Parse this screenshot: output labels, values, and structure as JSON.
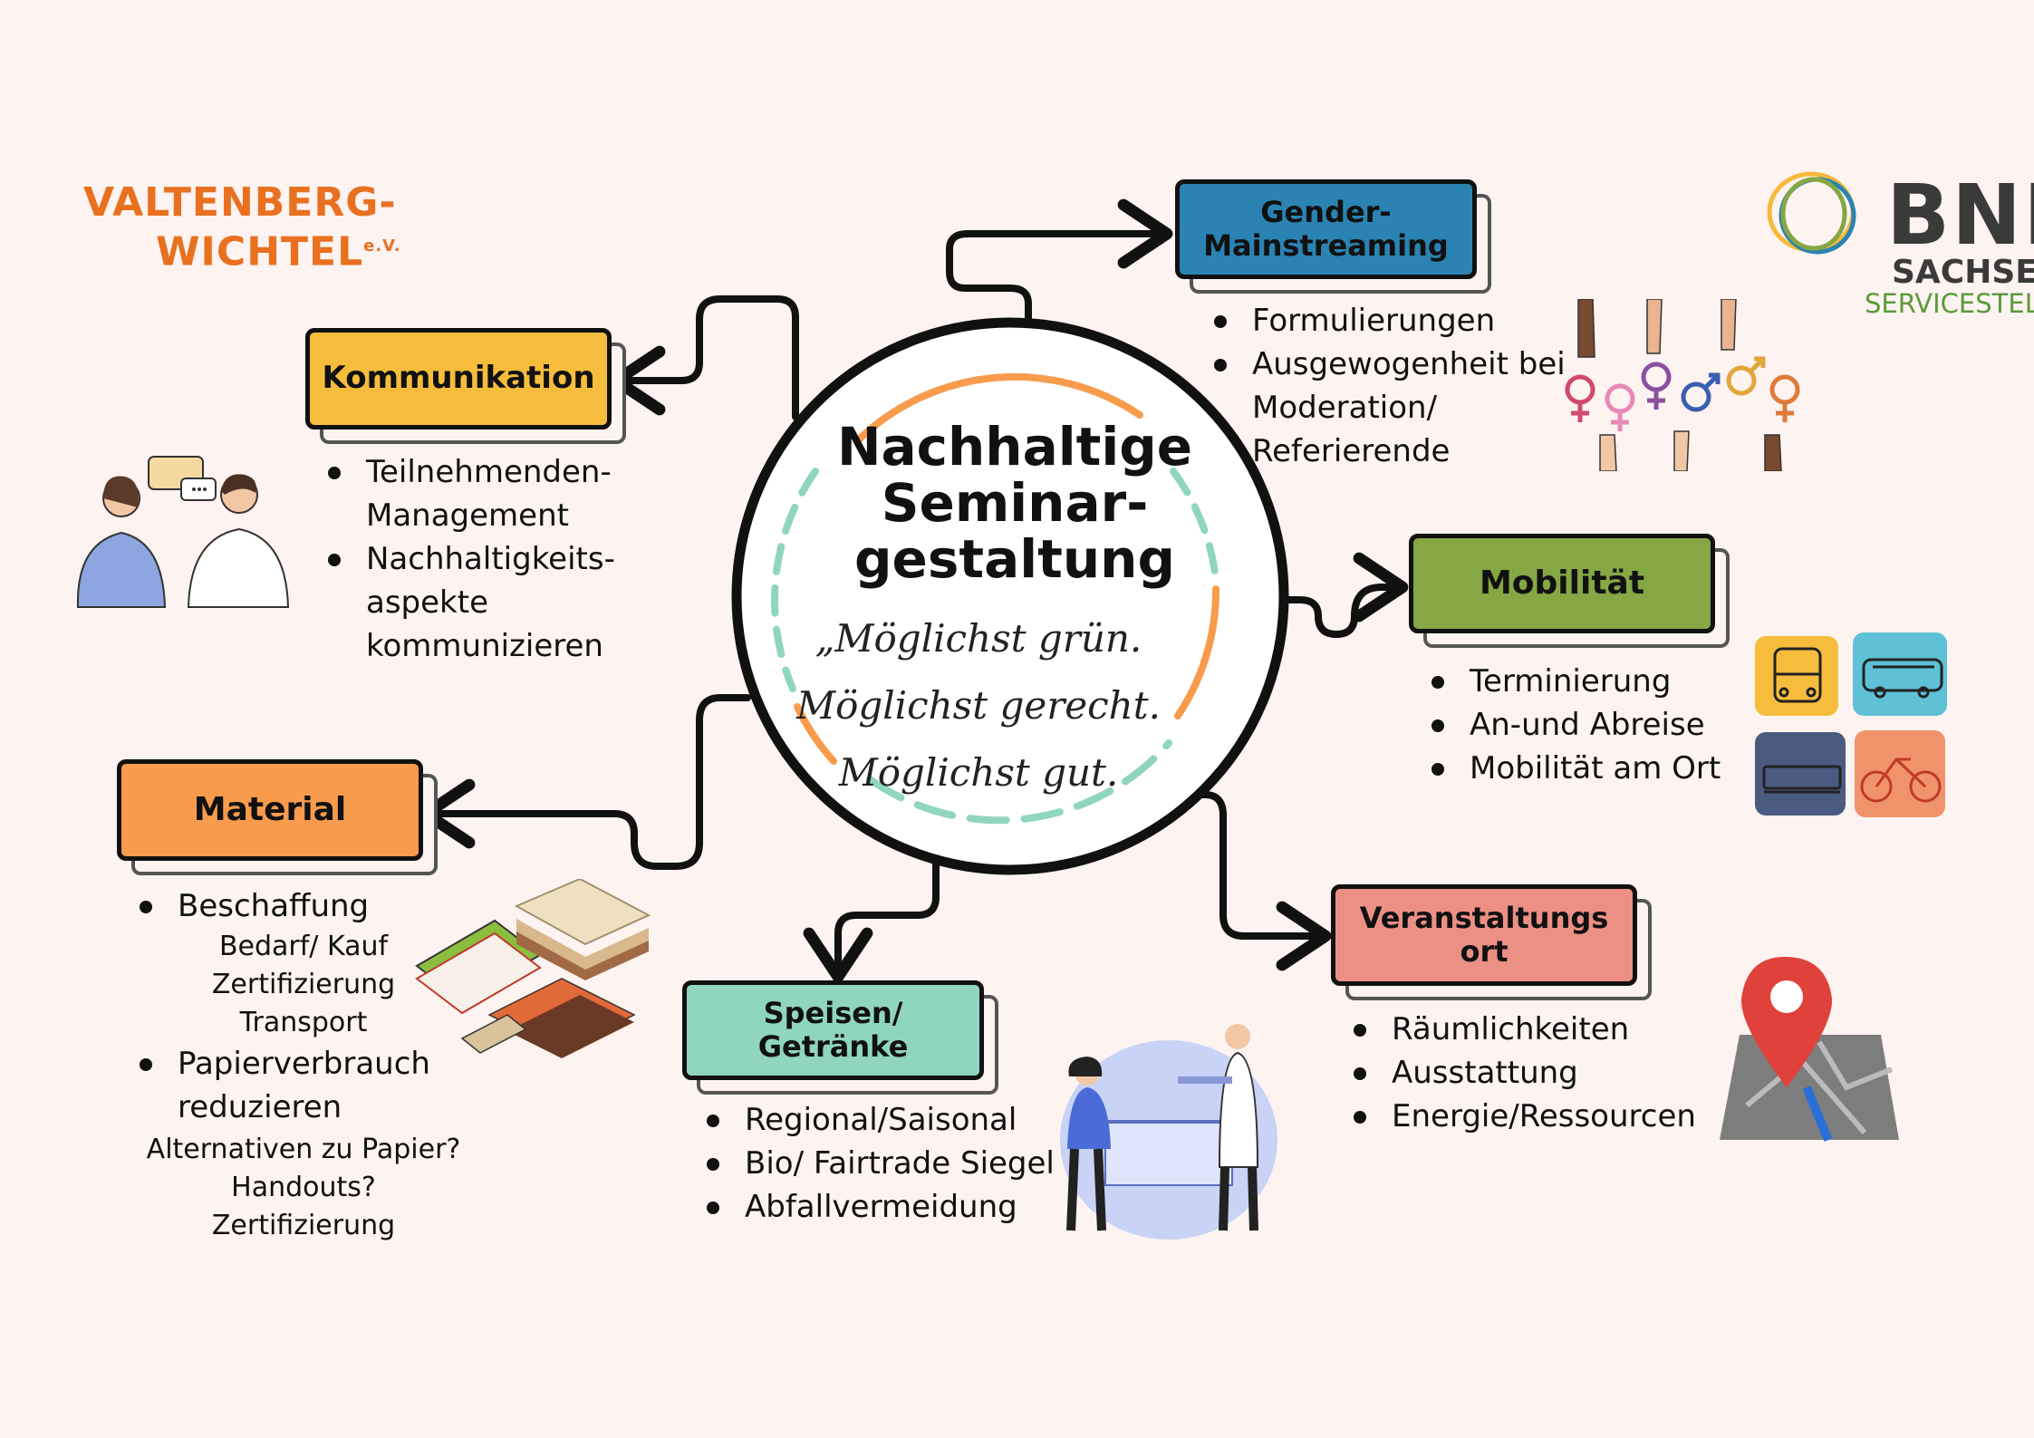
{
  "center": {
    "title_lines": [
      "Nachhaltige",
      "Seminar-",
      "gestaltung"
    ],
    "slogan_lines": [
      "„Möglichst grün.",
      "Möglichst gerecht.",
      "Möglichst gut."
    ]
  },
  "logos": {
    "valtenberg": [
      "VALTENBERG-",
      "WICHTEL"
    ],
    "valtenberg_suffix": "e.V.",
    "bne": {
      "word": "BNE",
      "region": "SACHSEN",
      "unit": "SERVICESTELLE"
    }
  },
  "topics": {
    "kommunikation": {
      "title": "Kommunikation",
      "color": "#f6bd3c",
      "bullets": [
        "Teilnehmenden-\nManagement",
        "Nachhaltigkeits-\naspekte\nkommunizieren"
      ]
    },
    "gender": {
      "title_lines": [
        "Gender-",
        "Mainstreaming"
      ],
      "color": "#2a83b3",
      "bullets": [
        "Formulierungen",
        "Ausgewogenheit bei\nModeration/\nReferierende"
      ]
    },
    "mobilitaet": {
      "title": "Mobilität",
      "color": "#85a744",
      "bullets": [
        "Terminierung",
        "An-und Abreise",
        "Mobilität am Ort"
      ]
    },
    "material": {
      "title": "Material",
      "color": "#f89b4c",
      "bullets": [
        "Beschaffung",
        "Papierverbrauch\nreduzieren"
      ],
      "sub1": [
        "Bedarf/ Kauf",
        "Zertifizierung",
        "Transport"
      ],
      "sub2": [
        "Alternativen zu Papier?",
        "Handouts?",
        "Zertifizierung"
      ]
    },
    "speisen": {
      "title_lines": [
        "Speisen/",
        "Getränke"
      ],
      "color": "#8fd5bf",
      "bullets": [
        "Regional/Saisonal",
        "Bio/ Fairtrade Siegel",
        "Abfallvermeidung"
      ]
    },
    "ort": {
      "title_lines": [
        "Veranstaltungs",
        "ort"
      ],
      "color": "#ec8f84",
      "bullets": [
        "Räumlichkeiten",
        "Ausstattung",
        "Energie/Ressourcen"
      ]
    }
  },
  "icons": {
    "kommunikation": "people-talking-icon",
    "gender": "gender-symbols-hands-icon",
    "mobilitaet": "transport-modes-icon",
    "material": "material-samples-icon",
    "speisen": "buffet-serving-icon",
    "ort": "map-pin-icon"
  },
  "colors": {
    "background": "#fdf3f1",
    "ring_orange": "#f89b4c",
    "ring_teal": "#8fd5bf",
    "ink": "#111111"
  }
}
